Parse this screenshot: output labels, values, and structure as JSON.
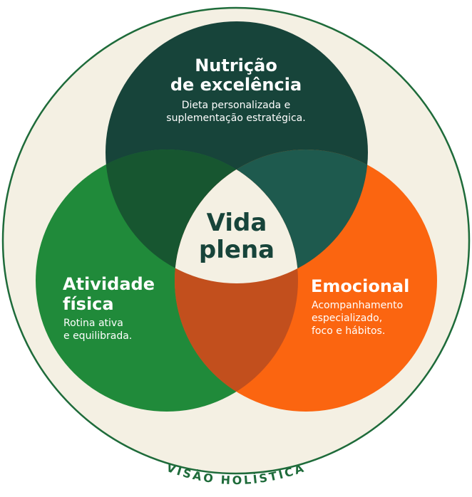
{
  "diagram": {
    "center_label_line1": "Vida",
    "center_label_line2": "plena",
    "bottom_caption": "VISÃO HOLÍSTICA",
    "nutrition": {
      "title_line1": "Nutrição",
      "title_line2": "de excelência",
      "desc_line1": "Dieta personalizada e",
      "desc_line2": "suplementação estratégica."
    },
    "activity": {
      "title_line1": "Atividade",
      "title_line2": "física",
      "desc_line1": "Rotina ativa",
      "desc_line2": "e equilibrada."
    },
    "emotional": {
      "title": "Emocional",
      "desc_line1": "Acompanhamento",
      "desc_line2": "especializado,",
      "desc_line3": "foco e hábitos."
    },
    "colors": {
      "background_circle": "#f4f0e3",
      "outer_ring": "#1e6b3a",
      "nutrition": "#17443a",
      "activity": "#208a3a",
      "emotional": "#fb6510",
      "nutrition_activity_overlap": "#175630",
      "nutrition_emotional_overlap": "#1e5a4e",
      "activity_emotional_overlap": "#c24f1d",
      "center": "#f4f0e3",
      "center_text": "#17443a",
      "text_light": "#ffffff",
      "caption": "#1e6b3a"
    }
  }
}
